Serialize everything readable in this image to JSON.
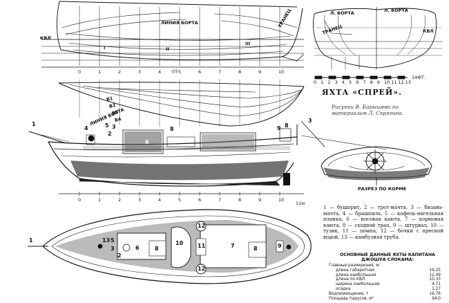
{
  "title": "ЯХТА «СПРЕЙ».",
  "credit": "Рисунки В. Барышева по материалам Л. Скрягина.",
  "labels": {
    "waterline": "КВЛ",
    "sheer_line_profile": "ЛИНИЯ БОРТА",
    "sheer_line_plan": "ЛИНИЯ БОРТА",
    "sheer_line_body": "Л. БОРТА",
    "sheer_line_body2": "Л. БОРТА",
    "transom": "ТРАНЕЦ",
    "transom_body": "ТРАНЕЦ",
    "waterline_body": "КВЛ",
    "section_caption": "РАЗРЕЗ ПО КОРМЕ",
    "scale_units": "14ФТ.",
    "scale_units_bottom": "11м",
    "lines_b": [
      "В1",
      "В2",
      "В3",
      "В4"
    ],
    "lines_roman": [
      "I",
      "II",
      "III"
    ],
    "section_mark": "⊙5"
  },
  "profile_ticks": [
    "0",
    "1",
    "2",
    "3",
    "4",
    "5",
    "6",
    "7",
    "8",
    "9",
    "10"
  ],
  "scale_ticks": [
    "0",
    "1",
    "2",
    "3",
    "4",
    "5",
    "6",
    "7",
    "8",
    "9",
    "10",
    "11",
    "12",
    "13"
  ],
  "bottom_ticks": [
    "0",
    "1",
    "2",
    "3",
    "4",
    "5",
    "6",
    "7",
    "8",
    "9",
    "10"
  ],
  "side_numbers": [
    "1",
    "4",
    "5",
    "2",
    "3",
    "8",
    "6",
    "9",
    "3",
    "8"
  ],
  "plan_numbers": [
    "1",
    "13",
    "5",
    "3",
    "2",
    "6",
    "8",
    "10",
    "11",
    "12",
    "12",
    "7",
    "8",
    "9"
  ],
  "legend": "1 — бушприт, 2 — грот-мачта, 3 — бизань-мачта, 4 — брашпиль, 5 — кофель-нагельная планка, 6 — носовая каюта, 7 — кормовая каюта, 8 — сходной трап, 9 — штурвал, 10 — тузик, 11 — помпа, 12 — бочки с пресной водой, 13 — камбузная труба.",
  "specs": {
    "heading": "ОСНОВНЫЕ ДАННЫЕ ЯХТЫ КАПИТАНА ДЖОШУА СЛОКАМА:",
    "rows": [
      {
        "label": "Главные размерения, м:",
        "value": ""
      },
      {
        "label": "длина габаритная",
        "value": "19,25"
      },
      {
        "label": "длина наибольшая",
        "value": "12,49"
      },
      {
        "label": "длина по КВЛ",
        "value": "10,33"
      },
      {
        "label": "ширина наибольшая",
        "value": "4,71"
      },
      {
        "label": "осадка",
        "value": "1,27"
      },
      {
        "label": "Водоизмещение, т",
        "value": "16,76"
      },
      {
        "label": "Площадь парусов, м²",
        "value": "94,0"
      }
    ]
  }
}
